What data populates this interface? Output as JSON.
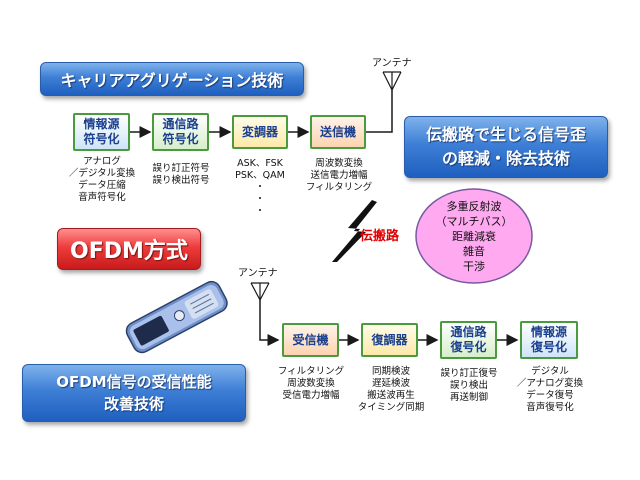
{
  "banners": {
    "carrier_aggregation": "キャリアアグリゲーション技術",
    "interference": "伝搬路で生じる信号歪\nの軽減・除去技術",
    "ofdm": "OFDM方式",
    "receive_improve": "OFDM信号の受信性能\n改善技術"
  },
  "antenna_label": "アンテナ",
  "channel_label": "伝搬路",
  "tx_chain": [
    {
      "label": "情報源\n符号化",
      "note": "アナログ\n／デジタル変換\nデータ圧縮\n音声符号化"
    },
    {
      "label": "通信路\n符号化",
      "note": "誤り訂正符号\n誤り検出符号"
    },
    {
      "label": "変調器",
      "note": "ASK、FSK\nPSK、QAM\n・\n・\n・"
    },
    {
      "label": "送信機",
      "note": "周波数変換\n送信電力増幅\nフィルタリング"
    }
  ],
  "rx_chain": [
    {
      "label": "受信機",
      "note": "フィルタリング\n周波数変換\n受信電力増幅"
    },
    {
      "label": "復調器",
      "note": "同期検波\n遅延検波\n搬送波再生\nタイミング同期"
    },
    {
      "label": "通信路\n復号化",
      "note": "誤り訂正復号\n誤り検出\n再送制御"
    },
    {
      "label": "情報源\n復号化",
      "note": "デジタル\n／アナログ変換\nデータ復号\n音声復号化"
    }
  ],
  "impairments": [
    "多重反射波",
    "（マルチパス）",
    "距離減衰",
    "雑音",
    "干渉"
  ],
  "colors": {
    "banner_blue": "#3e7fd6",
    "banner_red": "#ee3c3c",
    "box_border": "#4a9a3e",
    "box_text": "#1a3f8f",
    "ellipse_fill": "#ffaaf0",
    "channel_text": "#e00000"
  },
  "icons": {
    "antenna": "antenna-icon",
    "lightning": "lightning-bolt-icon",
    "phone": "mobile-phone-icon"
  }
}
